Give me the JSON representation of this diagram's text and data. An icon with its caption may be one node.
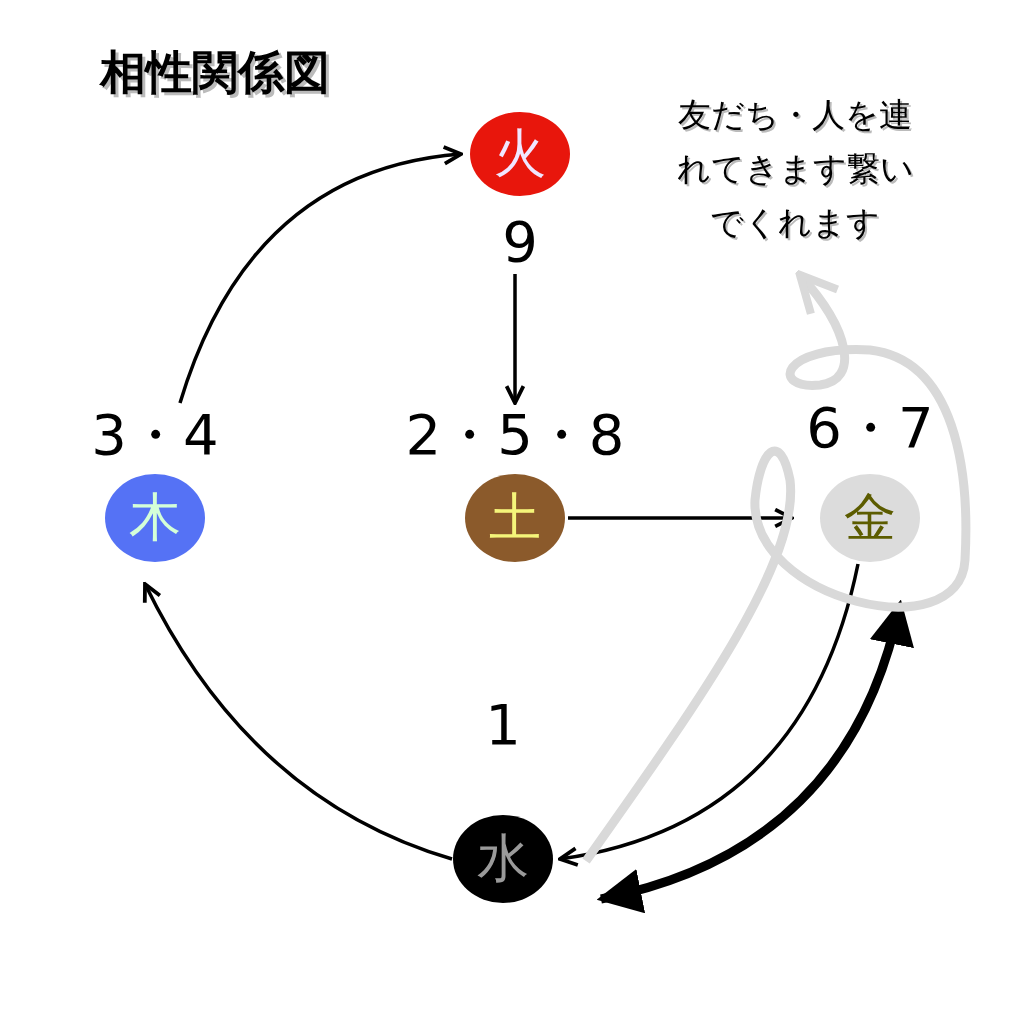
{
  "diagram": {
    "title": "相性関係図",
    "nodes": [
      {
        "text": [
          "火"
        ],
        "beside": [
          "9"
        ]
      },
      {
        "text": [
          "土"
        ],
        "beside": [
          "2・5・8"
        ]
      },
      {
        "text": [
          "金"
        ],
        "beside": [
          "6・7"
        ]
      },
      {
        "text": [
          "水"
        ],
        "beside": [
          "1"
        ]
      },
      {
        "text": [
          "木"
        ],
        "beside": [
          "3・4"
        ]
      },
      {
        "text": [
          "友だち・人を連れてきます繋いでくれます"
        ]
      }
    ],
    "edges": [
      {
        "from": 4,
        "to": 0,
        "arrow": "to"
      },
      {
        "from": 0,
        "to": 1,
        "arrow": "to"
      },
      {
        "from": 1,
        "to": 2,
        "arrow": "to"
      },
      {
        "from": 2,
        "to": 3,
        "arrow": "to"
      },
      {
        "from": 3,
        "to": 4,
        "arrow": "to"
      },
      {
        "from": 3,
        "to": 2,
        "arrow": "both",
        "style": "thick"
      },
      {
        "from": 3,
        "to": 5,
        "arrow": "to",
        "color": "#d9d9d9",
        "style": "thick"
      }
    ]
  }
}
